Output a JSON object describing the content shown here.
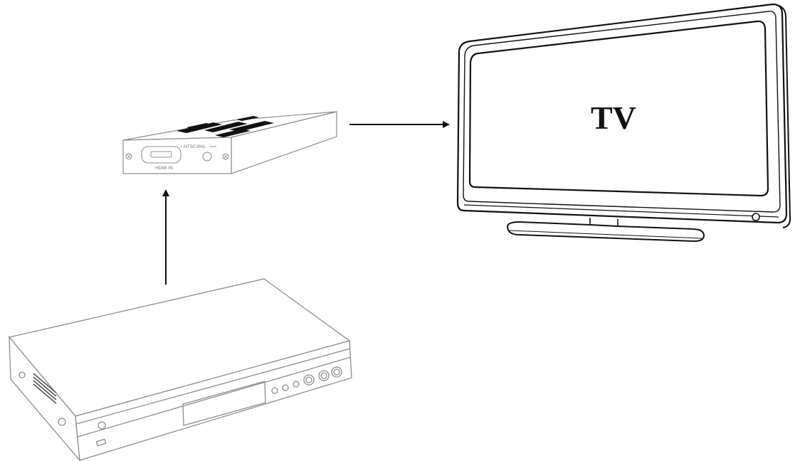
{
  "converter": {
    "port_label": "HDMI IN",
    "switch_label": "NTSC/PAL"
  },
  "tv": {
    "label": "TV"
  },
  "colors": {
    "line_dark": "#111111",
    "line_light": "#8c8c8c",
    "background": "#ffffff"
  },
  "icons": {
    "converter": "converter-box-icon",
    "tv": "tv-icon",
    "player": "dvd-player-icon",
    "arrow": "arrow-icon"
  }
}
